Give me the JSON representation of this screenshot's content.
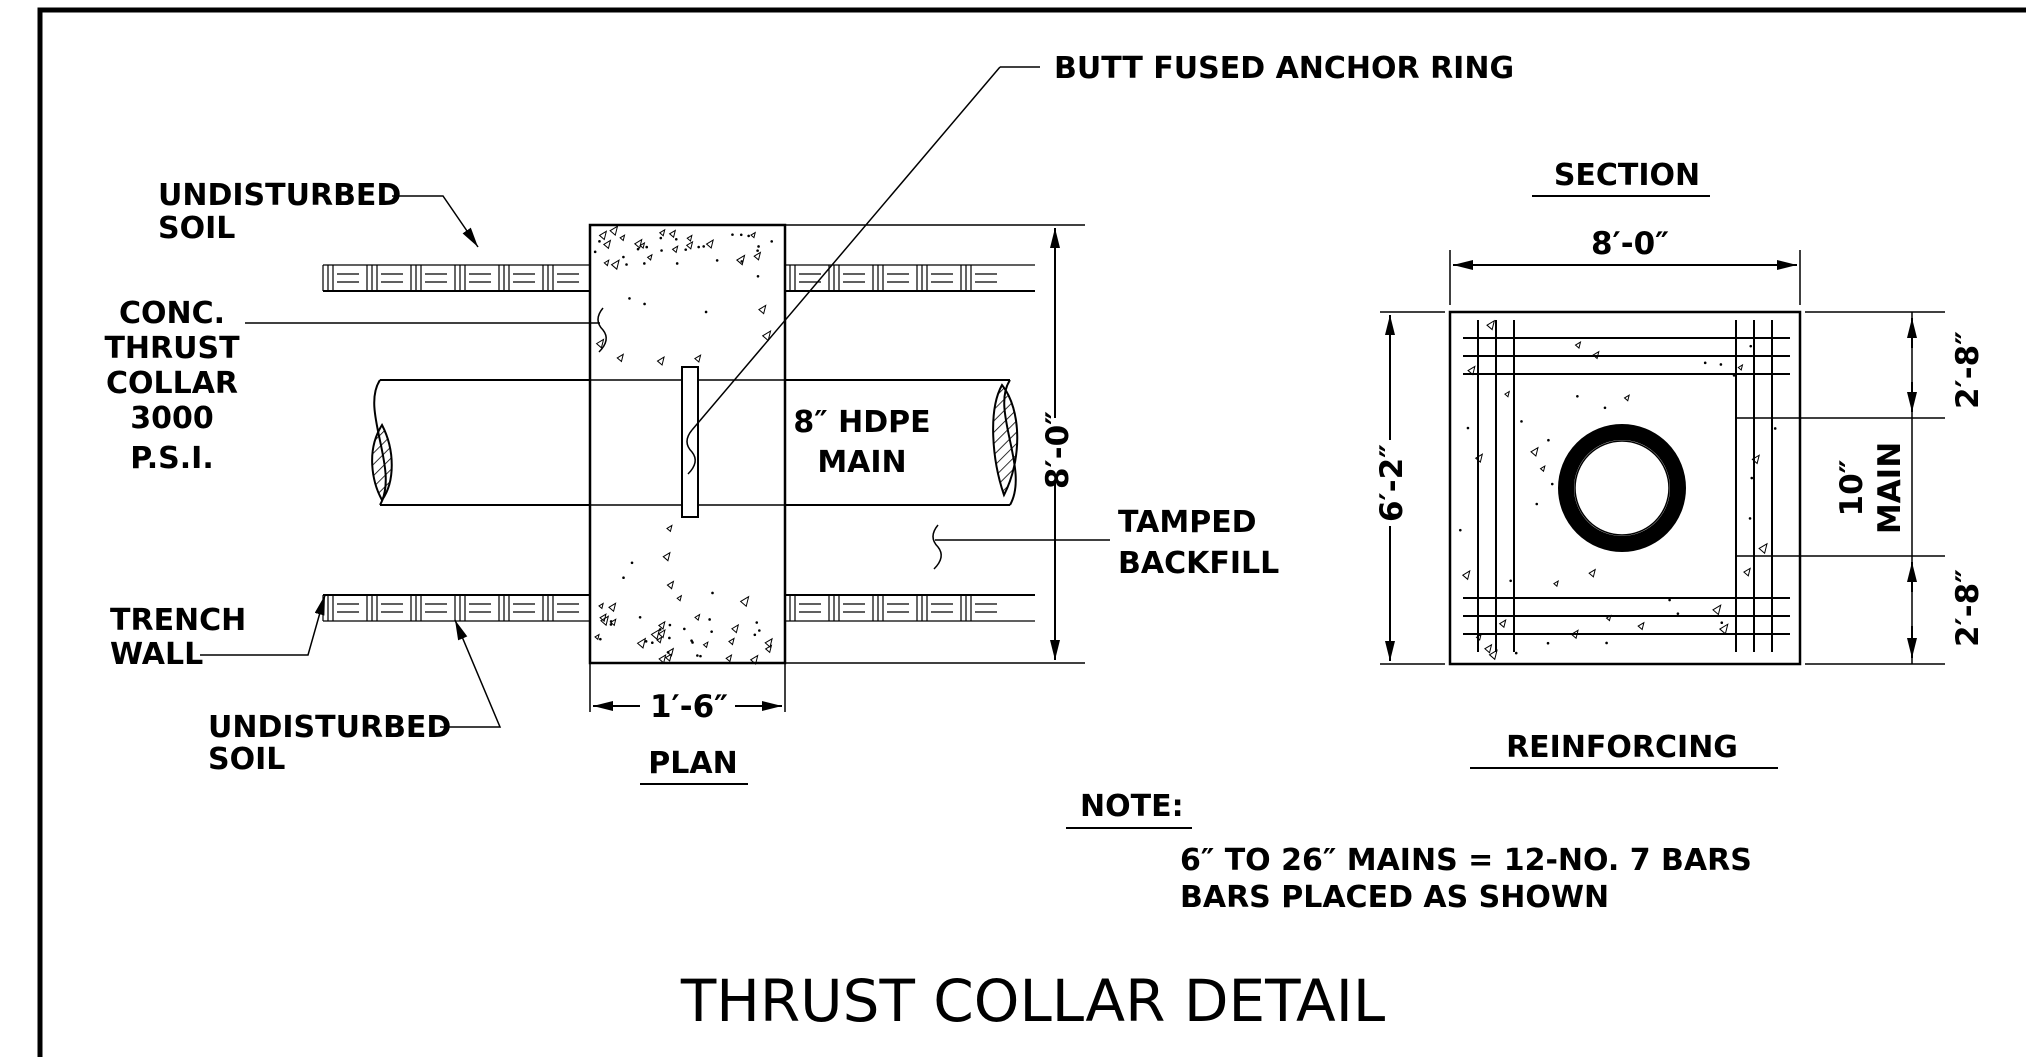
{
  "title": "THRUST COLLAR DETAIL",
  "labels": {
    "anchor_ring": "BUTT FUSED ANCHOR RING",
    "undisturbed_soil": [
      "UNDISTURBED",
      "SOIL"
    ],
    "conc_thrust_collar": [
      "CONC.",
      "THRUST",
      "COLLAR",
      "3000",
      "P.S.I."
    ],
    "main": [
      "8″ HDPE",
      "MAIN"
    ],
    "tamped_backfill": [
      "TAMPED",
      "BACKFILL"
    ],
    "trench_wall": [
      "TRENCH",
      "WALL"
    ],
    "undisturbed_soil_lower": [
      "UNDISTURBED",
      "SOIL"
    ]
  },
  "plan": {
    "title": "PLAN",
    "dim_width": "1′-6″",
    "dim_height": "8′-0″"
  },
  "section": {
    "title": "SECTION",
    "dim_width": "8′-0″",
    "dim_height": "6′-2″",
    "dim_top": "2′-8″",
    "dim_bottom": "2′-8″",
    "main_label": [
      "10″",
      "MAIN"
    ],
    "caption": "REINFORCING"
  },
  "note": {
    "heading": "NOTE:",
    "lines": [
      "6″ TO 26″ MAINS = 12-NO. 7 BARS",
      "BARS PLACED AS SHOWN"
    ]
  }
}
